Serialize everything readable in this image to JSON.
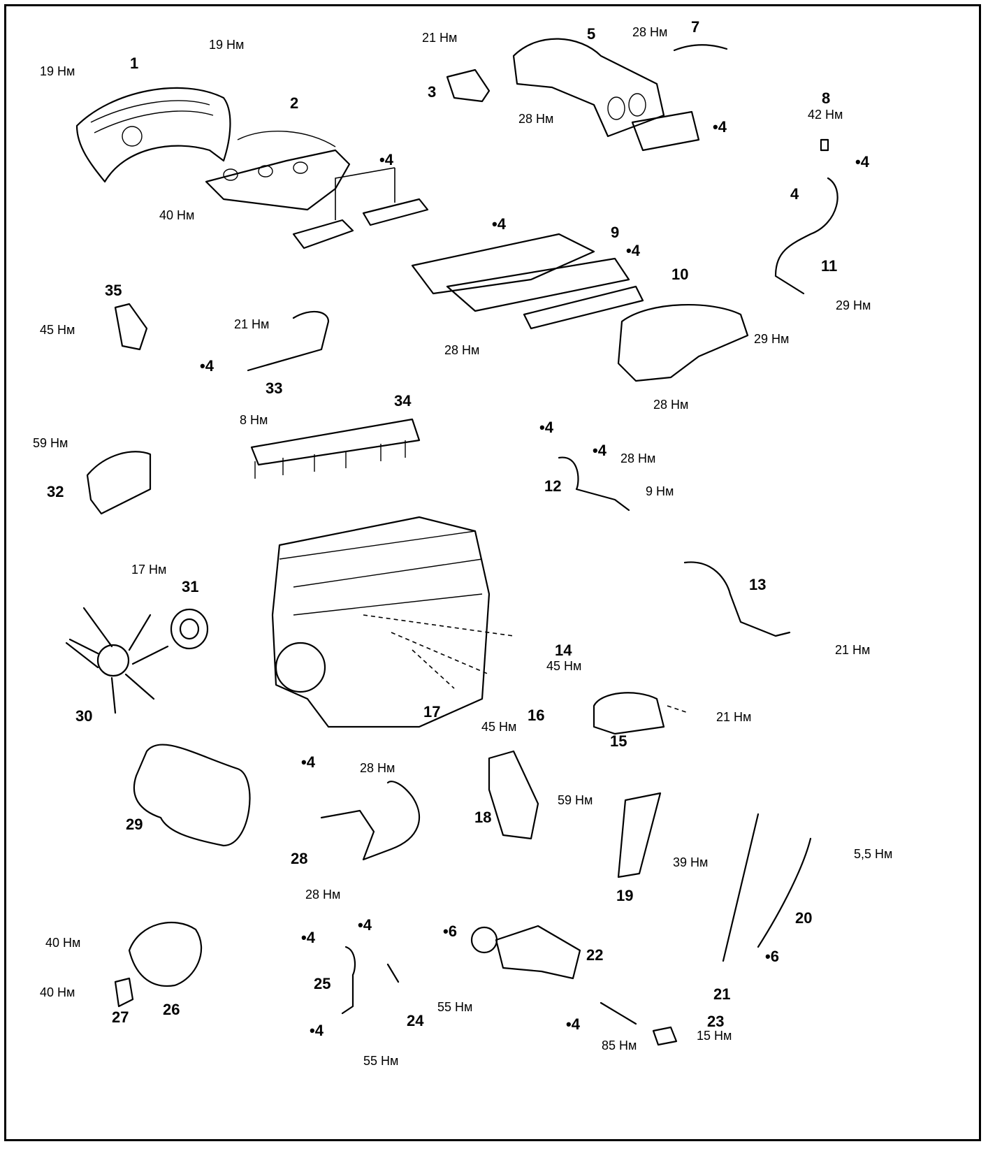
{
  "colors": {
    "ink": "#000000",
    "paper": "#ffffff"
  },
  "parts": {
    "p1": "1",
    "p2": "2",
    "p3": "3",
    "p5": "5",
    "p7": "7",
    "p8": "8",
    "p9": "9",
    "p10": "10",
    "p11": "11",
    "p12": "12",
    "p13": "13",
    "p14": "14",
    "p15": "15",
    "p16": "16",
    "p17": "17",
    "p18": "18",
    "p19": "19",
    "p20": "20",
    "p21": "21",
    "p22": "22",
    "p23": "23",
    "p24": "24",
    "p25": "25",
    "p26": "26",
    "p27": "27",
    "p28": "28",
    "p29": "29",
    "p30": "30",
    "p31": "31",
    "p32": "32",
    "p33": "33",
    "p34": "34",
    "p35": "35"
  },
  "markers": {
    "m4": "•4",
    "m6": "•6",
    "plain4": "4"
  },
  "torques": {
    "t19": "19 Нм",
    "t21": "21 Нм",
    "t28": "28 Нм",
    "t42": "42 Нм",
    "t40": "40 Нм",
    "t29": "29 Нм",
    "t45": "45 Нм",
    "t8": "8 Нм",
    "t59": "59 Нм",
    "t9": "9 Нм",
    "t17": "17 Нм",
    "t39": "39 Нм",
    "t5_5": "5,5 Нм",
    "t55": "55 Нм",
    "t85": "85 Нм",
    "t15": "15 Нм"
  }
}
